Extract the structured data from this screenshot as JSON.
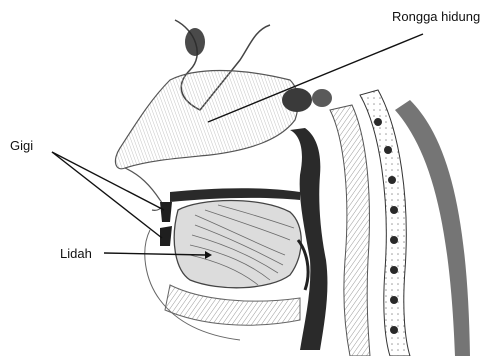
{
  "labels": {
    "nasal_cavity": "Rongga hidung",
    "teeth": "Gigi",
    "tongue": "Lidah"
  },
  "colors": {
    "ink": "#111111",
    "shade_dark": "#2a2a2a",
    "shade_mid": "#8a8a8a",
    "shade_light": "#cfcfcf",
    "paper": "#ffffff"
  }
}
